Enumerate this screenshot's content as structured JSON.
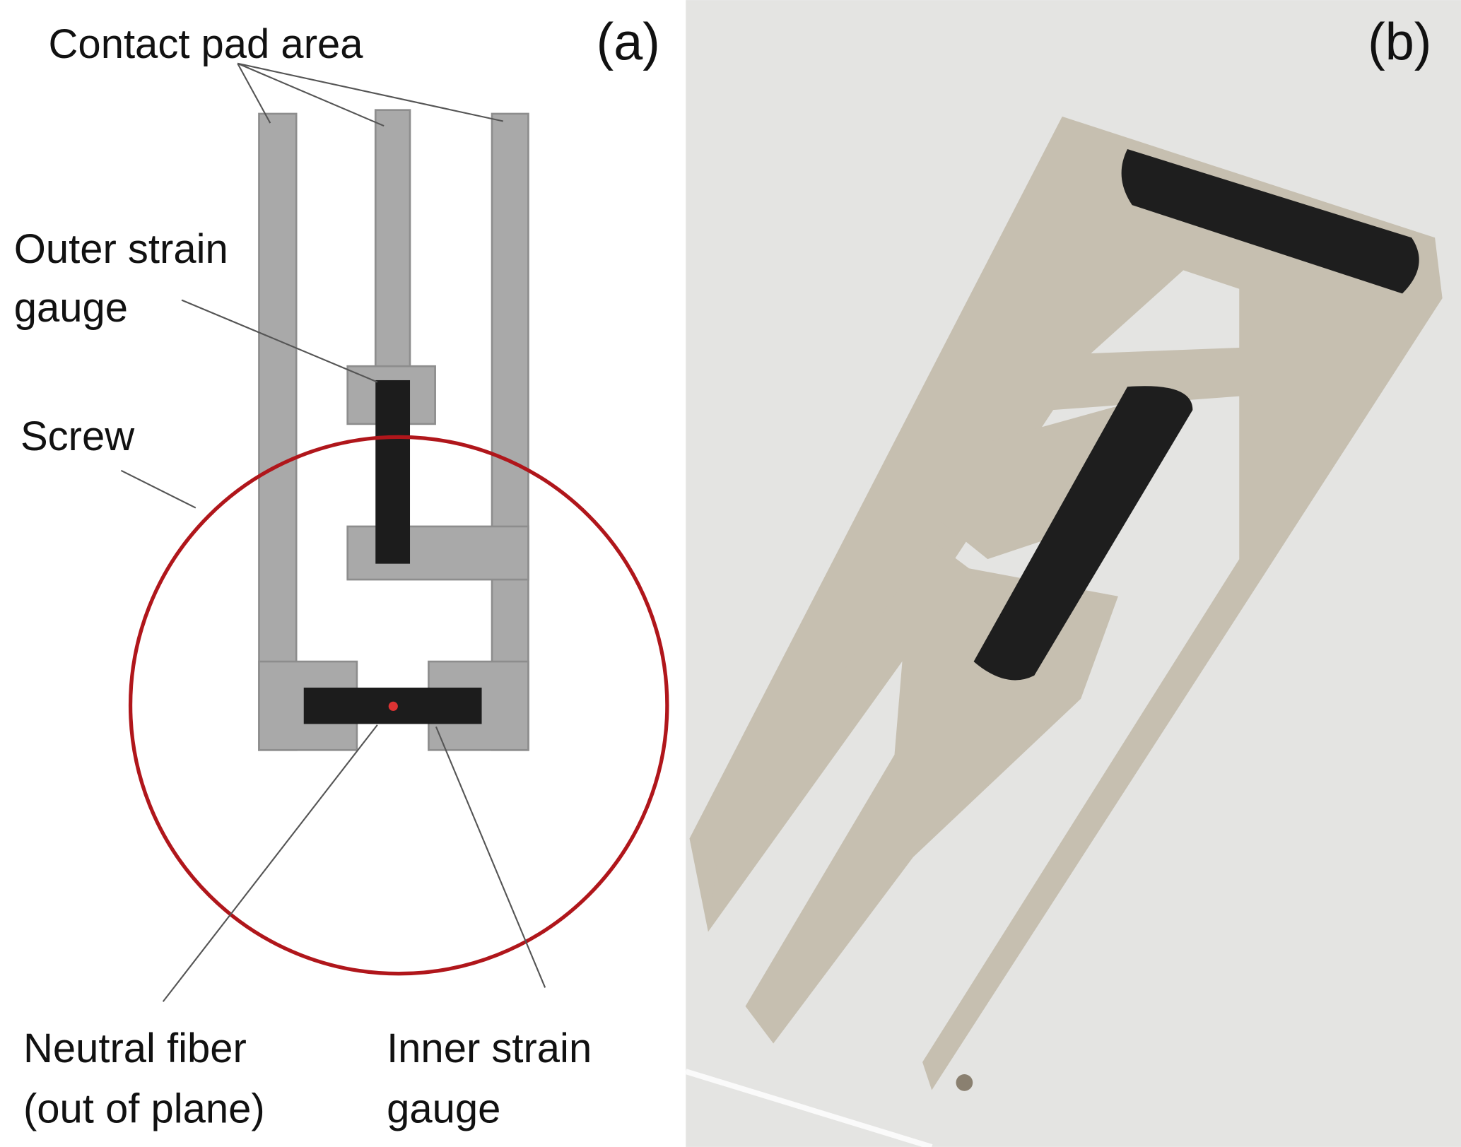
{
  "panel_a": {
    "tag": "(a)",
    "labels": {
      "contact_pad": "Contact pad area",
      "outer_line1": "Outer strain",
      "outer_line2": "gauge",
      "screw": "Screw",
      "neutral_line1": "Neutral fiber",
      "neutral_line2": "(out of plane)",
      "inner_line1": "Inner strain",
      "inner_line2": "gauge"
    }
  },
  "panel_b": {
    "tag": "(b)"
  },
  "colors": {
    "trace": "#a9a9a9",
    "gauge": "#1c1c1c",
    "screw": "#b0161b",
    "photo_bg": "#e4e4e2",
    "substrate": "#c6bfb0"
  }
}
